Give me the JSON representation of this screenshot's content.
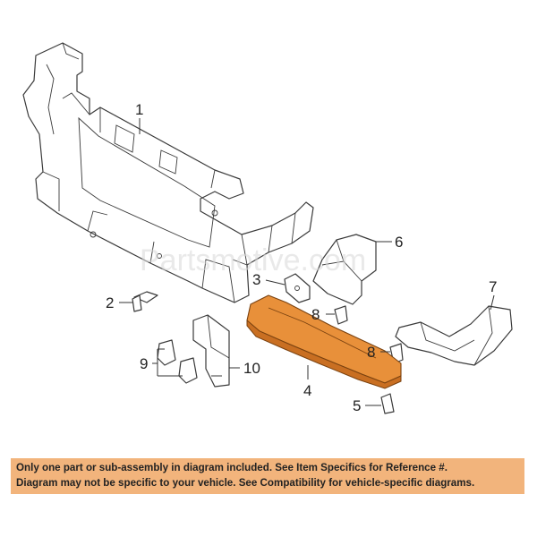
{
  "callouts": {
    "c1": "1",
    "c2": "2",
    "c3": "3",
    "c4": "4",
    "c5": "5",
    "c6": "6",
    "c7": "7",
    "c8a": "8",
    "c8b": "8",
    "c9": "9",
    "c10": "10"
  },
  "watermark": "Partsmotive.com",
  "notice": {
    "line1": "Only one part or sub-assembly in diagram included. See Item Specifics for Reference #.",
    "line2": "Diagram may not be specific to your vehicle. See Compatibility for vehicle-specific diagrams."
  },
  "colors": {
    "highlight": "#e8903a",
    "notice_bg": "#f2b47c"
  }
}
